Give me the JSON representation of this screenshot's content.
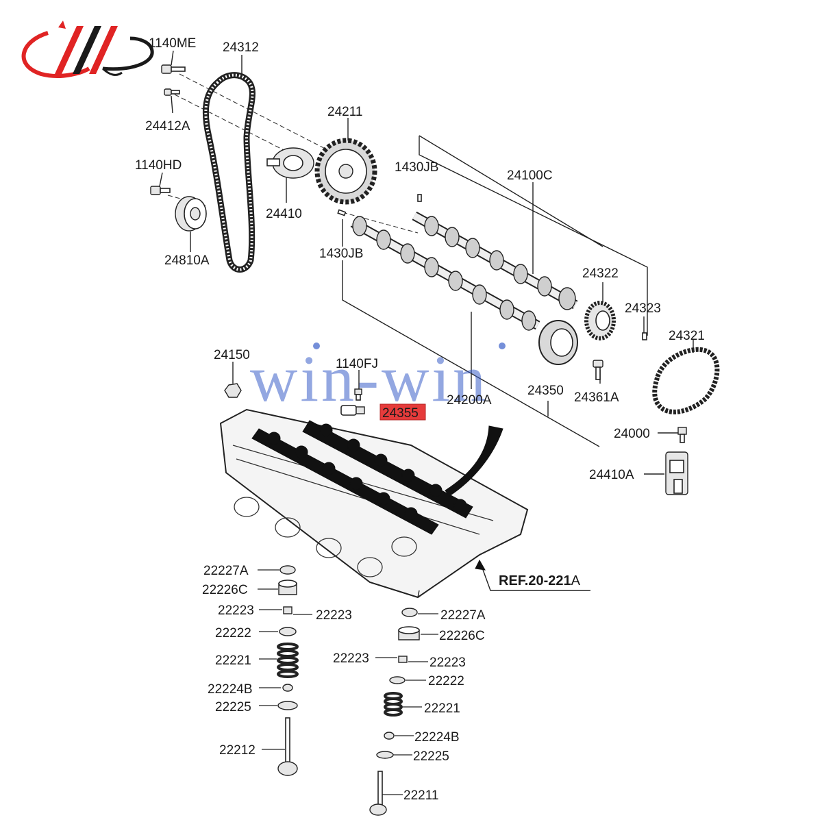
{
  "logo": {
    "name": "brand-logo",
    "colors": {
      "primary": "#e02424",
      "secondary": "#1a1a1a"
    }
  },
  "watermark": "win-win",
  "highlight": {
    "label": "24355",
    "color": "#e63b3b"
  },
  "reference": {
    "prefix": "REF.",
    "code": "20-221",
    "suffix": "A"
  },
  "parts": {
    "p1140ME": "1140ME",
    "p24312": "24312",
    "p24412A": "24412A",
    "p24211": "24211",
    "p1140HD": "1140HD",
    "p24410": "24410",
    "p1430JB_top": "1430JB",
    "p24100C": "24100C",
    "p24810A": "24810A",
    "p1430JB_mid": "1430JB",
    "p24322": "24322",
    "p24323": "24323",
    "p24321": "24321",
    "p24150": "24150",
    "p1140FJ": "1140FJ",
    "p24200A": "24200A",
    "p24350": "24350",
    "p24361A": "24361A",
    "p24000": "24000",
    "p24410A": "24410A",
    "p22227A_l": "22227A",
    "p22226C_l": "22226C",
    "p22223_l1": "22223",
    "p22223_l2": "22223",
    "p22222_l": "22222",
    "p22221_l": "22221",
    "p22224B_l": "22224B",
    "p22225_l": "22225",
    "p22212": "22212",
    "p22227A_r": "22227A",
    "p22226C_r": "22226C",
    "p22223_r1": "22223",
    "p22223_r2": "22223",
    "p22222_r": "22222",
    "p22221_r": "22221",
    "p22224B_r": "22224B",
    "p22225_r": "22225",
    "p22211": "22211"
  }
}
